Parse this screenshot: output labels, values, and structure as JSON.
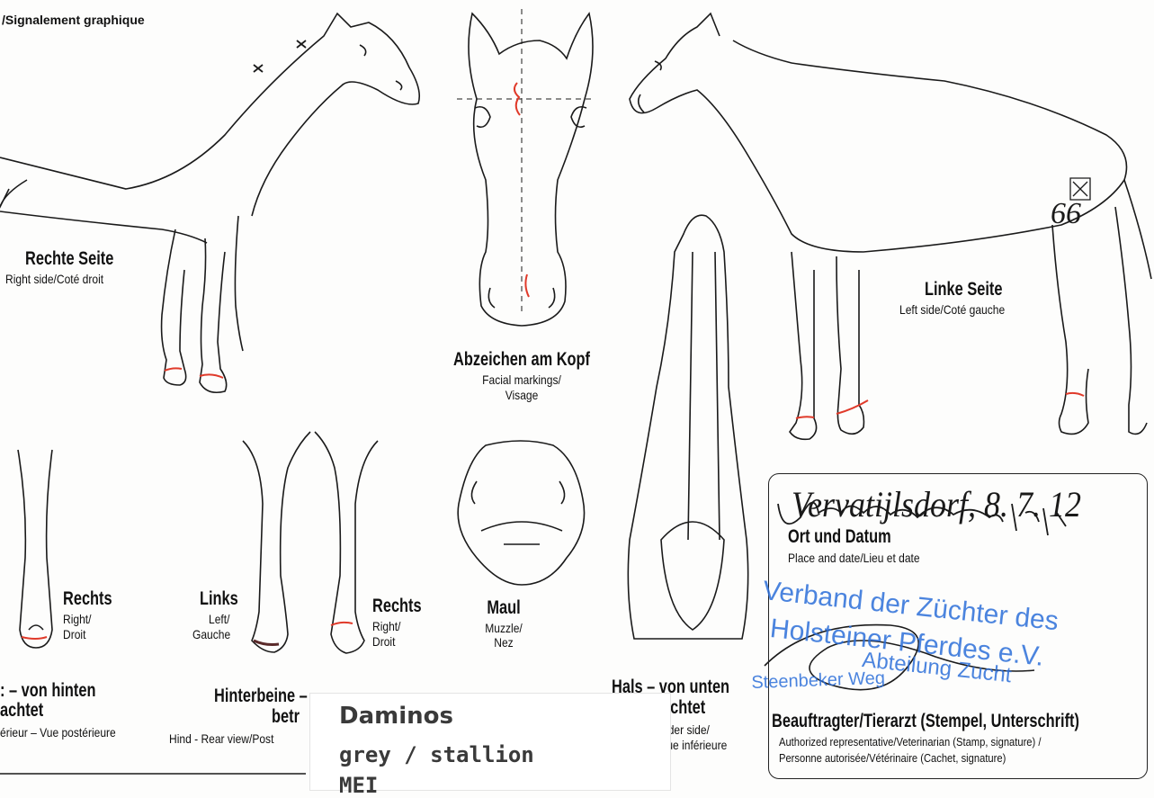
{
  "header": {
    "title": "/Signalement graphique"
  },
  "views": {
    "right_side": {
      "title": "Rechte Seite",
      "subtitle": "Right side/Coté droit"
    },
    "left_side": {
      "title": "Linke Seite",
      "subtitle": "Left side/Coté gauche"
    },
    "head": {
      "title": "Abzeichen am Kopf",
      "subtitle_1": "Facial markings/",
      "subtitle_2": "Visage"
    },
    "muzzle": {
      "title": "Maul",
      "subtitle_1": "Muzzle/",
      "subtitle_2": "Nez"
    },
    "front_right": {
      "title": "Rechts",
      "sub_1": "Right/",
      "sub_2": "Droit"
    },
    "hind_left": {
      "title": "Links",
      "sub_1": "Left/",
      "sub_2": "Gauche"
    },
    "hind_right": {
      "title": "Rechts",
      "sub_1": "Right/",
      "sub_2": "Droit"
    },
    "front_caption": {
      "line_1": ": – von hinten",
      "line_2": "achtet",
      "line_3": "érieur – Vue postérieure"
    },
    "hind_caption": {
      "line_1": "Hinterbeine –",
      "line_2": "betr",
      "line_3": "Hind - Rear view/Post"
    },
    "neck_caption": {
      "line_1": "Hals – von unten",
      "line_2": "achtet",
      "line_3": "nder side/",
      "line_4": "/ue inférieure"
    }
  },
  "authority_box": {
    "signature_text": "Vervatijlsdorf, 8. 7. 12",
    "place_date_title": "Ort und Datum",
    "place_date_sub": "Place and date/Lieu et date",
    "rep_title": "Beauftragter/Tierarzt (Stempel, Unterschrift)",
    "rep_sub_1": "Authorized representative/Veterinarian (Stamp, signature) /",
    "rep_sub_2": "Personne autorisée/Vétérinaire (Cachet, signature)"
  },
  "stamp": {
    "line_1": "Verband der Züchter des",
    "line_2": "Holsteiner Pferdes e.V.",
    "line_3": "Abteilung Zucht",
    "line_4": "Steenbeker Weg"
  },
  "sticker": {
    "name": "Daminos",
    "color_sex": "grey  /  stallion",
    "code": "MEI"
  },
  "brand_number": "66",
  "colors": {
    "markings": "#e03a2a",
    "stamp": "#2d6fd9",
    "ink": "#1a1a1a"
  }
}
